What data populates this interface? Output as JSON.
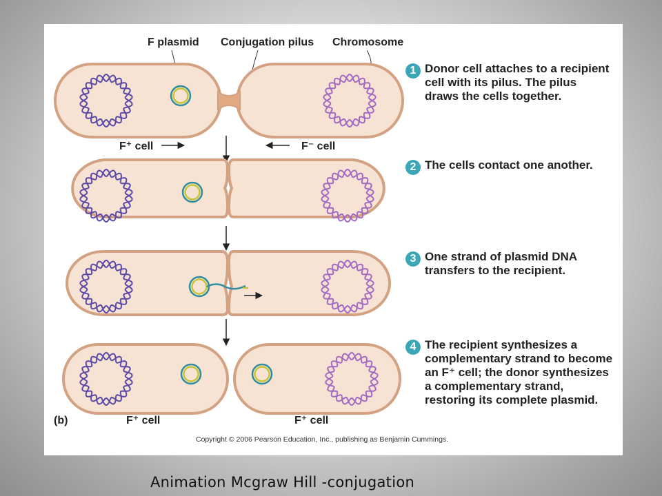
{
  "labels": {
    "f_plasmid": "F plasmid",
    "conjugation_pilus": "Conjugation pilus",
    "chromosome": "Chromosome",
    "f_plus_cell": "F⁺ cell",
    "f_minus_cell": "F⁻ cell",
    "panel_b": "(b)",
    "bottom_left": "F⁺ cell",
    "bottom_right": "F⁺ cell"
  },
  "steps": [
    {
      "num": "1",
      "lines": [
        "Donor cell attaches to a recipient",
        "cell with its pilus. The pilus",
        "draws the cells together."
      ]
    },
    {
      "num": "2",
      "lines": [
        "The cells contact one another."
      ]
    },
    {
      "num": "3",
      "lines": [
        "One strand of plasmid DNA",
        "transfers to the recipient."
      ]
    },
    {
      "num": "4",
      "lines": [
        "The recipient synthesizes a",
        "complementary strand to become",
        "an F⁺ cell; the donor synthesizes",
        "a complementary strand,",
        "restoring its complete plasmid."
      ]
    }
  ],
  "copyright": "Copyright © 2006 Pearson Education, Inc., publishing as Benjamin Cummings.",
  "caption": "Animation Mcgraw Hill -conjugation",
  "colors": {
    "cell_fill": "#f7e3d3",
    "cell_outline": "#d2a283",
    "donor_chromosome": "#5b49a8",
    "recipient_chromosome": "#a36ac4",
    "plasmid_outer": "#2f8d9d",
    "plasmid_inner": "#c8c43a",
    "step_badge": "#3aa7b8"
  }
}
